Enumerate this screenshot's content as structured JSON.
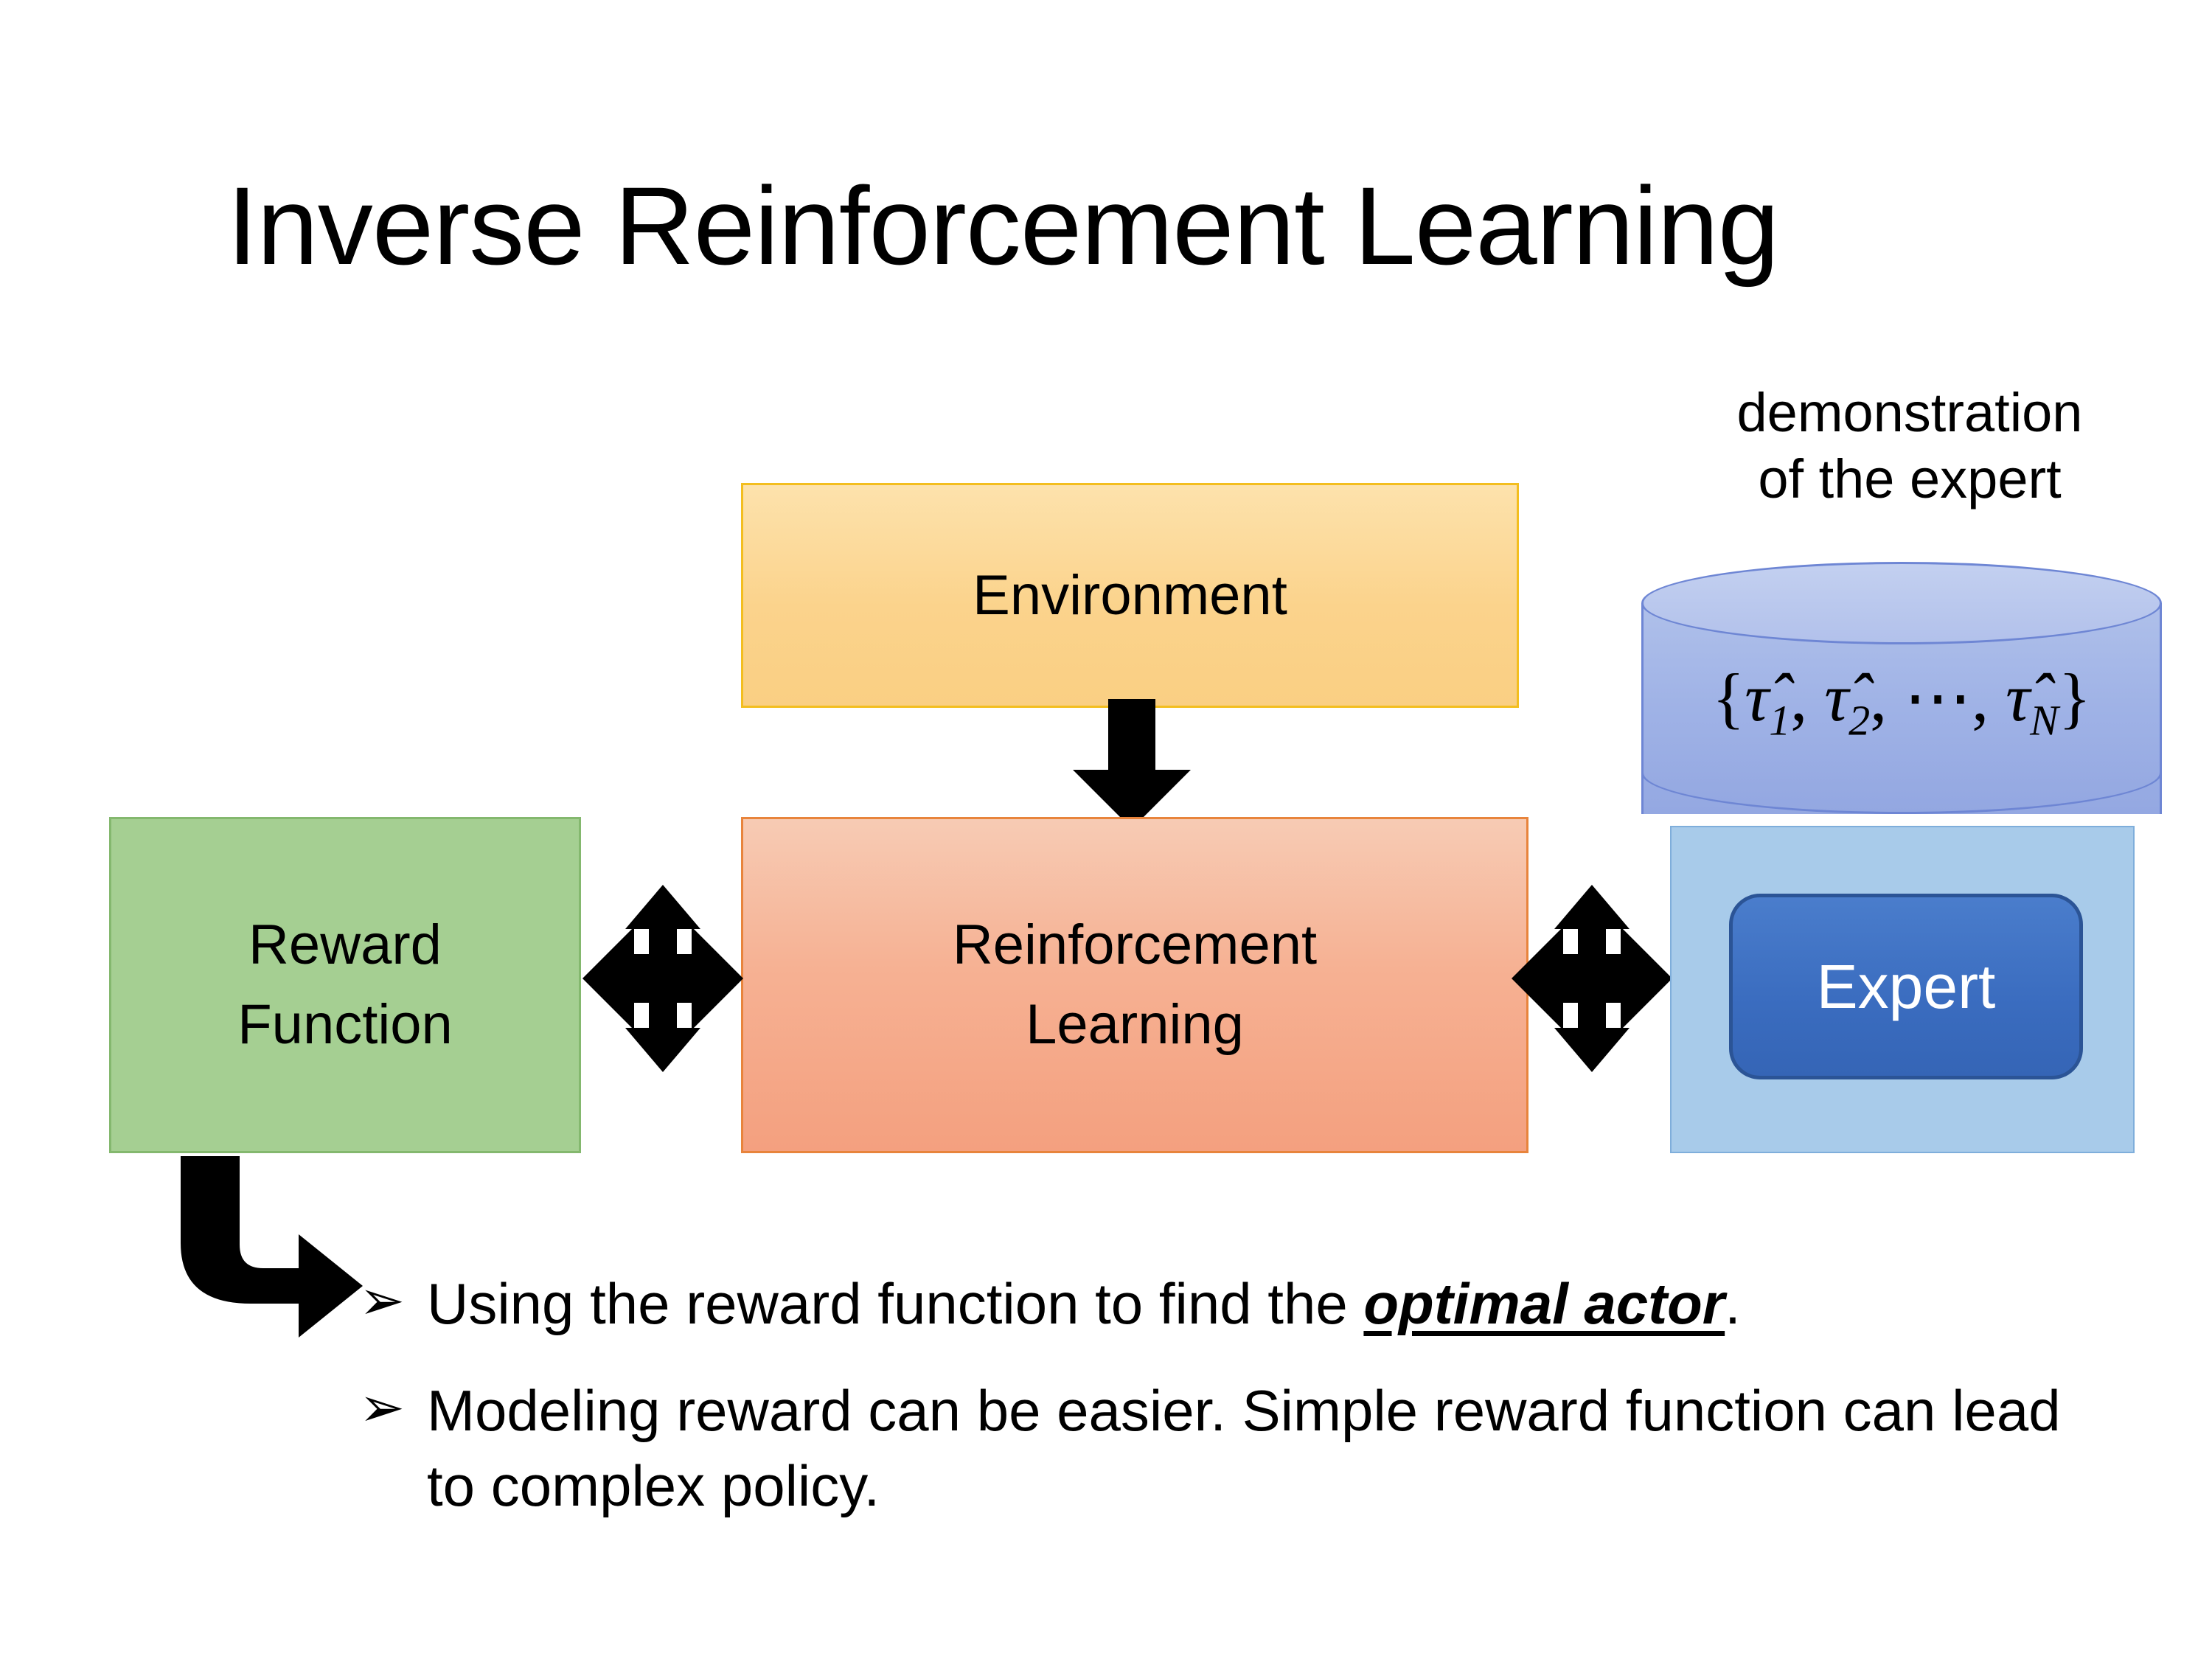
{
  "slide": {
    "title": "Inverse Reinforcement Learning",
    "background_color": "#FFFFFF"
  },
  "diagram": {
    "type": "flow-diagram",
    "nodes": [
      {
        "id": "environment",
        "label": "Environment",
        "fill_color": "#FBD38C",
        "border_color": "#F3BE1F"
      },
      {
        "id": "reinforcement-learning",
        "label": "Reinforcement Learning",
        "label_line1": "Reinforcement",
        "label_line2": "Learning",
        "fill_color": "#F6B193",
        "border_color": "#E8843C"
      },
      {
        "id": "reward-function",
        "label": "Reward Function",
        "label_line1": "Reward",
        "label_line2": "Function",
        "fill_color": "#A5CF92",
        "border_color": "#84B86E"
      },
      {
        "id": "expert",
        "label": "Expert",
        "fill_color": "#3A6CBF",
        "border_color": "#2B5496",
        "text_color": "#FFFFFF"
      },
      {
        "id": "expert-panel",
        "label": "",
        "fill_color": "#A8CBEA",
        "border_color": "#7FAEDB"
      },
      {
        "id": "demonstration-cylinder",
        "label": "{τ̂1, τ̂2, ⋯, τ̂N}",
        "fill_color": "#9FB2E6",
        "border_color": "#6E86D4"
      }
    ],
    "caption": {
      "line1": "demonstration",
      "line2": "of the expert"
    },
    "cylinder_formula": {
      "open_brace": "{",
      "tokens": [
        {
          "base": "τ̂",
          "sub": "1"
        },
        {
          "base": "τ̂",
          "sub": "2"
        },
        {
          "base": "⋯",
          "sub": ""
        },
        {
          "base": "τ̂",
          "sub": "N"
        }
      ],
      "close_brace": "}",
      "separator": ", "
    },
    "connectors": [
      {
        "id": "env-to-rl",
        "kind": "down-arrow",
        "color": "#000000"
      },
      {
        "id": "reward-rl-link",
        "kind": "double-headed-star-arrow",
        "color": "#000000"
      },
      {
        "id": "rl-expert-link",
        "kind": "double-headed-star-arrow",
        "color": "#000000"
      },
      {
        "id": "reward-to-bullets",
        "kind": "elbow-arrow",
        "color": "#000000"
      }
    ]
  },
  "bullets": [
    {
      "marker": "➢",
      "text_before": "Using the reward function to find the ",
      "emphasis": "optimal actor",
      "text_after": "."
    },
    {
      "marker": "➢",
      "text_before": "Modeling reward can be easier. Simple reward function can lead to complex policy.",
      "emphasis": "",
      "text_after": ""
    }
  ]
}
